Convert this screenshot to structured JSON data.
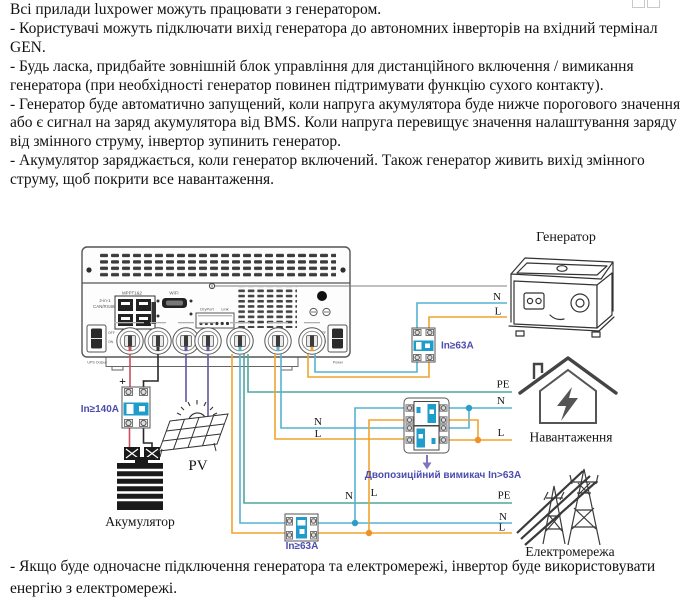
{
  "document": {
    "intro": [
      "Всі прилади luxpower можуть працювати з генератором.",
      "- Користувачі можуть підключати вихід генератора до автономних інверторів на вхідний термінал GEN.",
      "- Будь ласка, придбайте зовнішній блок управління для дистанційного включення / вимикання генератора (при необхідності генератор повинен підтримувати функцію сухого контакту).",
      "- Генератор буде автоматично запущений, коли напруга акумулятора буде нижче порогового значення або є сигнал на заряд акумулятора від BMS. Коли напруга перевищує значення налаштування заряду від змінного струму, інвертор зупинить генератор.",
      "- Акумулятор заряджається, коли генератор включений. Також генератор живить вихід змінного струму, щоб покрити все навантаження."
    ],
    "footer": "- Якщо буде одночасне підключення генератора та електромережі, інвертор буде використовувати енергію з електромережі."
  },
  "diagram": {
    "labels": {
      "generator": "Генератор",
      "load": "Навантаження",
      "grid": "Електромережа",
      "battery": "Акумулятор",
      "pv": "PV",
      "battery_breaker": "In≥140A",
      "gen_breaker": "In≥63A",
      "grid_breaker": "In≥63A",
      "transfer_switch": "Двопозиційний вимикач In>63A"
    },
    "wire_labels": {
      "n": "N",
      "l": "L",
      "pe": "PE",
      "plus": "+",
      "minus": "−"
    },
    "inverter": {
      "model_line1": "2-in-1",
      "model_line2": "CAN/RS485",
      "mppt": "MPPT1&2",
      "wifi": "WIFI",
      "dryport": "DryPort",
      "link": "Link",
      "off": "OFF",
      "on": "ON",
      "ups": "UPS Output",
      "power": "Power"
    },
    "colors": {
      "wire_n": "#54b2d4",
      "wire_l": "#f0a42e",
      "wire_pe": "#4fa79e",
      "wire_pv": "#5e57a2",
      "wire_positive": "#c94f5e",
      "wire_negative": "#2a2a2a",
      "breaker_blue": "#1e9ccb",
      "label_blue": "#4c4cae"
    }
  }
}
